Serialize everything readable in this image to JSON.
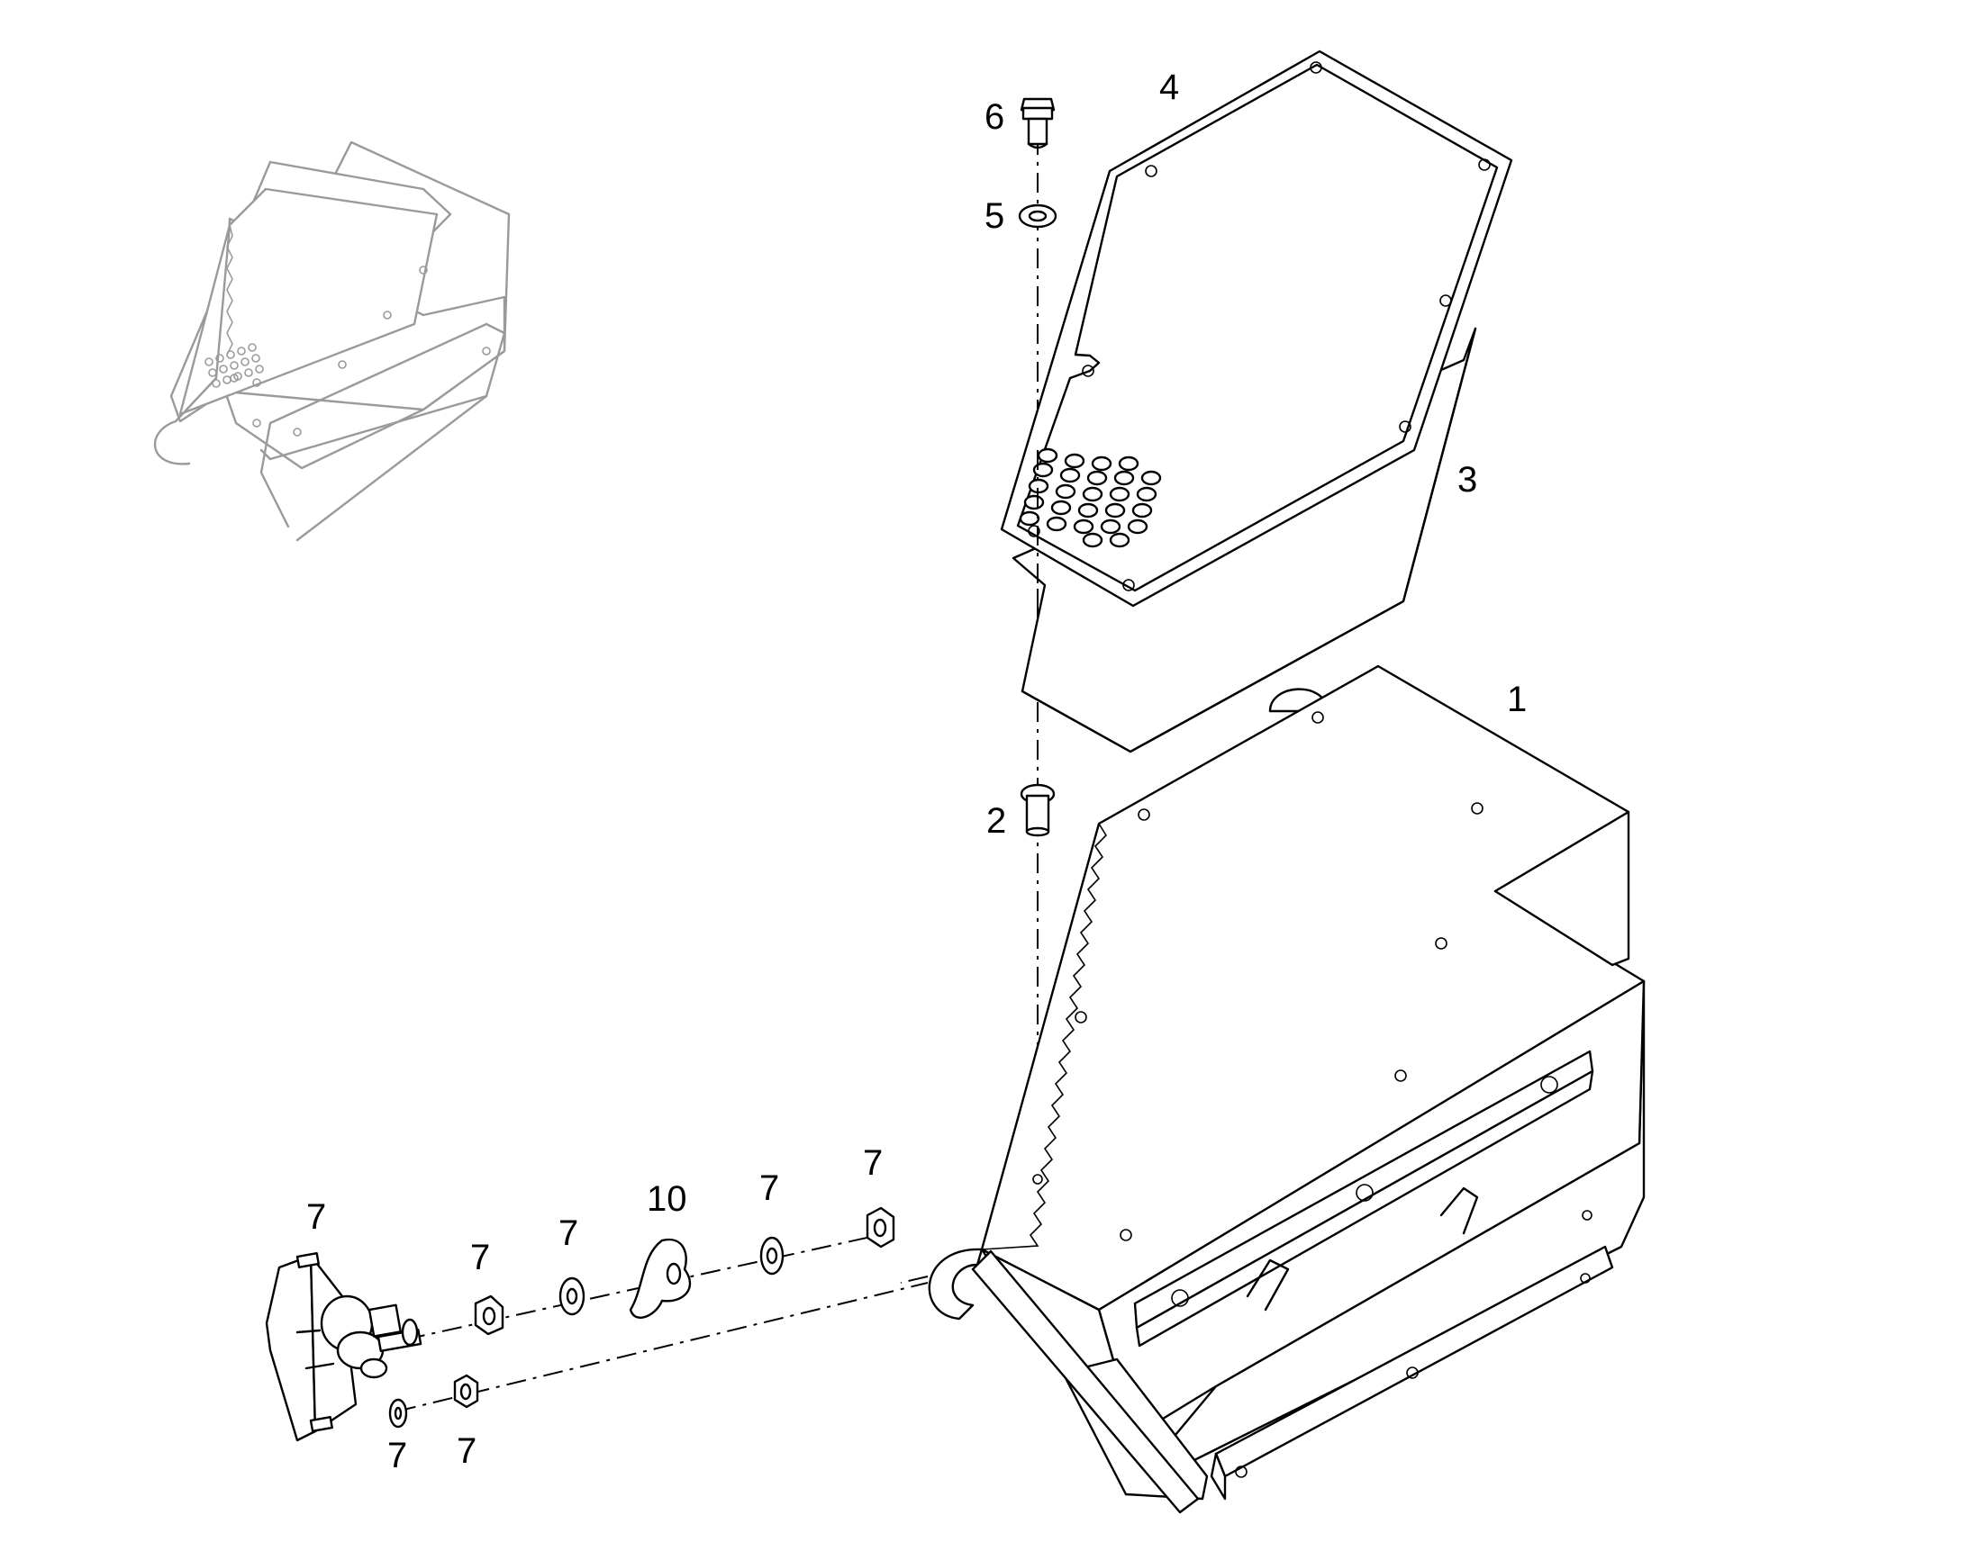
{
  "callouts": {
    "c1": "1",
    "c2": "2",
    "c3": "3",
    "c4": "4",
    "c5": "5",
    "c6": "6",
    "c7a": "7",
    "c7b": "7",
    "c7c": "7",
    "c7d": "7",
    "c7e": "7",
    "c7f": "7",
    "c7g": "7",
    "c10": "10"
  },
  "colors": {
    "line": "#000000",
    "ghost": "#9a9a9a",
    "background": "#ffffff"
  }
}
